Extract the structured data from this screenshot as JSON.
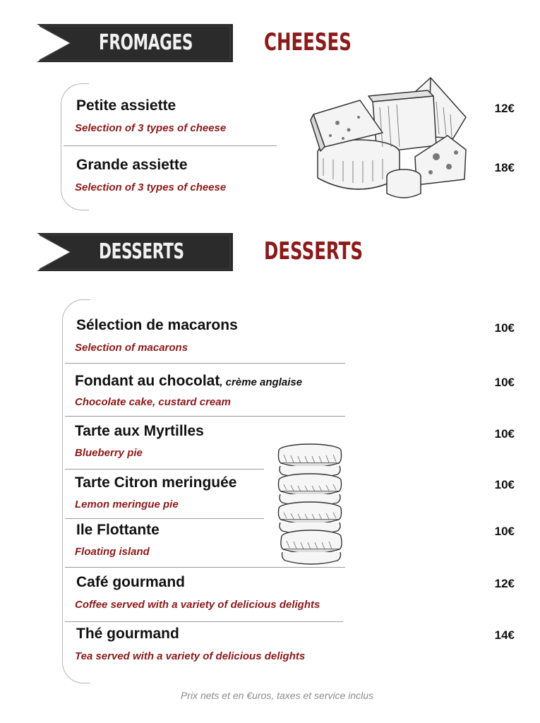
{
  "cheeses": {
    "banner_label": "FROMAGES",
    "english_title": "CHEESES",
    "items": [
      {
        "name": "Petite assiette",
        "description": "Selection of 3 types of cheese",
        "price": "12€"
      },
      {
        "name": "Grande assiette",
        "description": "Selection of 3 types of cheese",
        "price": "18€"
      }
    ]
  },
  "desserts": {
    "banner_label": "DESSERTS",
    "english_title": "DESSERTS",
    "items": [
      {
        "name": "Sélection de macarons",
        "note": "",
        "description": "Selection of macarons",
        "price": "10€"
      },
      {
        "name": "Fondant au chocolat",
        "note": ", crème anglaise",
        "description": "Chocolate cake, custard cream",
        "price": "10€"
      },
      {
        "name": "Tarte aux Myrtilles",
        "note": "",
        "description": "Blueberry pie",
        "price": "10€"
      },
      {
        "name": "Tarte Citron meringuée",
        "note": "",
        "description": "Lemon meringue pie",
        "price": "10€"
      },
      {
        "name": "Ile Flottante",
        "note": "",
        "description": "Floating island",
        "price": "10€"
      },
      {
        "name": "Café gourmand",
        "note": "",
        "description": "Coffee served with a variety of delicious delights",
        "price": "12€"
      },
      {
        "name": "Thé gourmand",
        "note": "",
        "description": "Tea served with a variety of delicious delights",
        "price": "14€"
      }
    ]
  },
  "footer": "Prix nets et en €uros, taxes et service inclus",
  "illustrations": {
    "cheese": "cheese-platter-sketch-icon",
    "macarons": "macaron-stack-sketch-icon"
  },
  "colors": {
    "accent": "#8b1a1a",
    "banner": "#2b2b2b",
    "text": "#111111"
  }
}
